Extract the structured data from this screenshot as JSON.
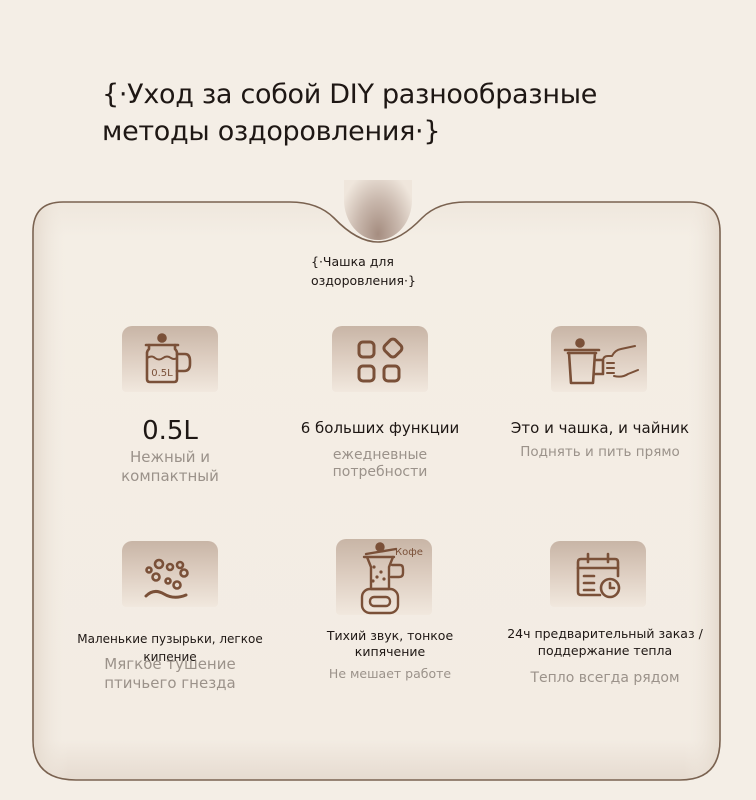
{
  "headline": {
    "line1": "{·Уход за собой DIY разнообразные",
    "line2": "методы оздоровления·}"
  },
  "panel": {
    "subtitle_line1": "{·Чашка для",
    "subtitle_line2": "оздоровления·}"
  },
  "colors": {
    "background": "#f4eee6",
    "panel_border": "#7a6250",
    "icon_stroke": "#7a5038",
    "title_text": "#1e1714",
    "subtitle_text": "#9b928a"
  },
  "features": [
    {
      "icon": "kettle-0.5l-icon",
      "icon_label": "0.5L",
      "title": "0.5L",
      "subtitle_line1": "Нежный и",
      "subtitle_line2": "компактный"
    },
    {
      "icon": "six-functions-grid-icon",
      "title": "6 больших функции",
      "subtitle_line1": "ежедневные",
      "subtitle_line2": "потребности"
    },
    {
      "icon": "hand-holding-cup-icon",
      "title": "Это и чашка, и чайник",
      "subtitle_line1": "Поднять и пить прямо"
    },
    {
      "icon": "bubbles-icon",
      "title": "Маленькие пузырьки, легкое кипение",
      "subtitle_line1": "Мягкое тушение",
      "subtitle_line2": "птичьего гнезда"
    },
    {
      "icon": "coffee-kettle-on-base-icon",
      "icon_label": "Кофе",
      "title_line1": "Тихий звук, тонкое",
      "title_line2": "кипячение",
      "subtitle_line1": "Не мешает работе"
    },
    {
      "icon": "calendar-clock-icon",
      "title_line1": "24ч предварительный заказ /",
      "title_line2": "поддержание тепла",
      "subtitle_line1": "Тепло всегда рядом"
    }
  ]
}
